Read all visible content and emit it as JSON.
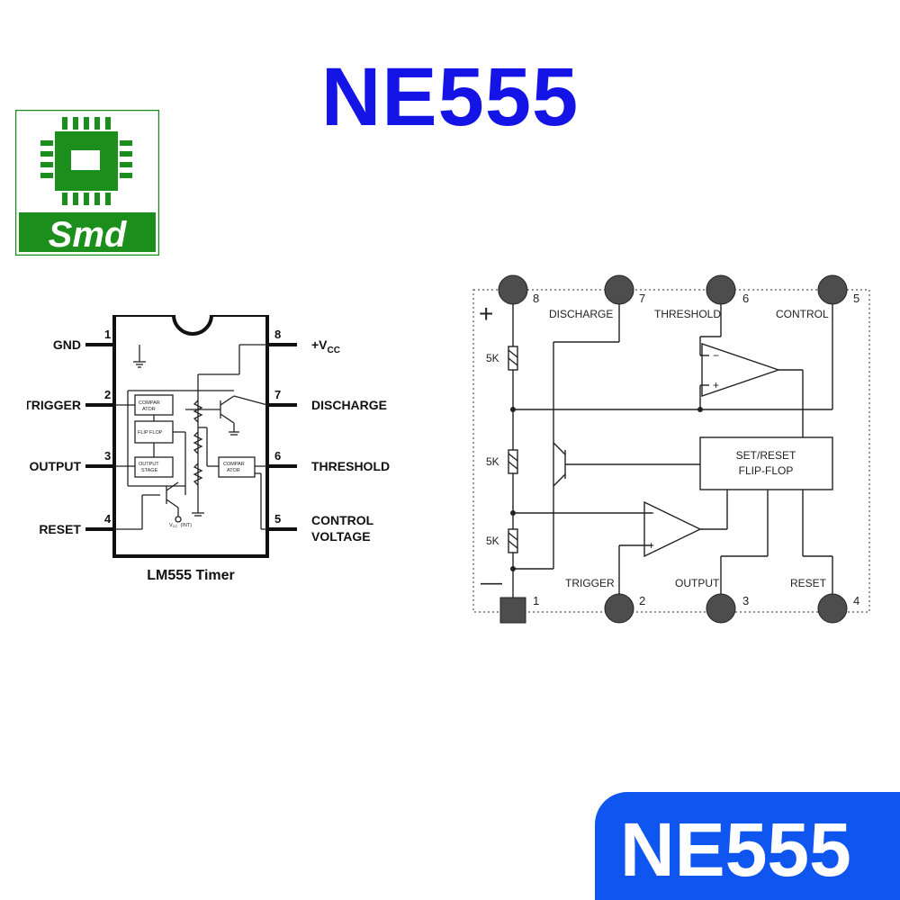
{
  "title": "NE555",
  "logo": {
    "text": "Smd",
    "color_bg": "#1b8e1b",
    "color_fg": "#ffffff"
  },
  "left_diagram": {
    "caption": "LM555 Timer",
    "pins_left": [
      {
        "num": "1",
        "label": "GND"
      },
      {
        "num": "2",
        "label": "TRIGGER"
      },
      {
        "num": "3",
        "label": "OUTPUT"
      },
      {
        "num": "4",
        "label": "RESET"
      }
    ],
    "pins_right": [
      {
        "num": "8",
        "label": "+V",
        "sub": "CC"
      },
      {
        "num": "7",
        "label": "DISCHARGE"
      },
      {
        "num": "6",
        "label": "THRESHOLD"
      },
      {
        "num": "5",
        "label": "CONTROL",
        "label2": "VOLTAGE"
      }
    ],
    "inner": {
      "comparator_top": [
        "COMPAR",
        "ATOR"
      ],
      "flipflop": "FLIP FLOP",
      "output_stage": [
        "OUTPUT",
        "STAGE"
      ],
      "comparator_right": [
        "COMPAR",
        "ATOR"
      ],
      "vcc_int": "V",
      "vcc_int_sub": "CC",
      "vcc_int_note": "(INT)"
    }
  },
  "right_diagram": {
    "plus": "+",
    "minus": "—",
    "top_pins": [
      {
        "num": "8",
        "label": ""
      },
      {
        "num": "7",
        "label": "DISCHARGE"
      },
      {
        "num": "6",
        "label": "THRESHOLD"
      },
      {
        "num": "5",
        "label": "CONTROL"
      }
    ],
    "bottom_pins": [
      {
        "num": "1",
        "label": ""
      },
      {
        "num": "2",
        "label": "TRIGGER"
      },
      {
        "num": "3",
        "label": "OUTPUT"
      },
      {
        "num": "4",
        "label": "RESET"
      }
    ],
    "resistors": [
      "5K",
      "5K",
      "5K"
    ],
    "flipflop": [
      "SET/RESET",
      "FLIP-FLOP"
    ],
    "opamp_minus": "−",
    "opamp_plus": "+"
  },
  "badge": {
    "text": "NE555",
    "color": "#0f56f0"
  }
}
